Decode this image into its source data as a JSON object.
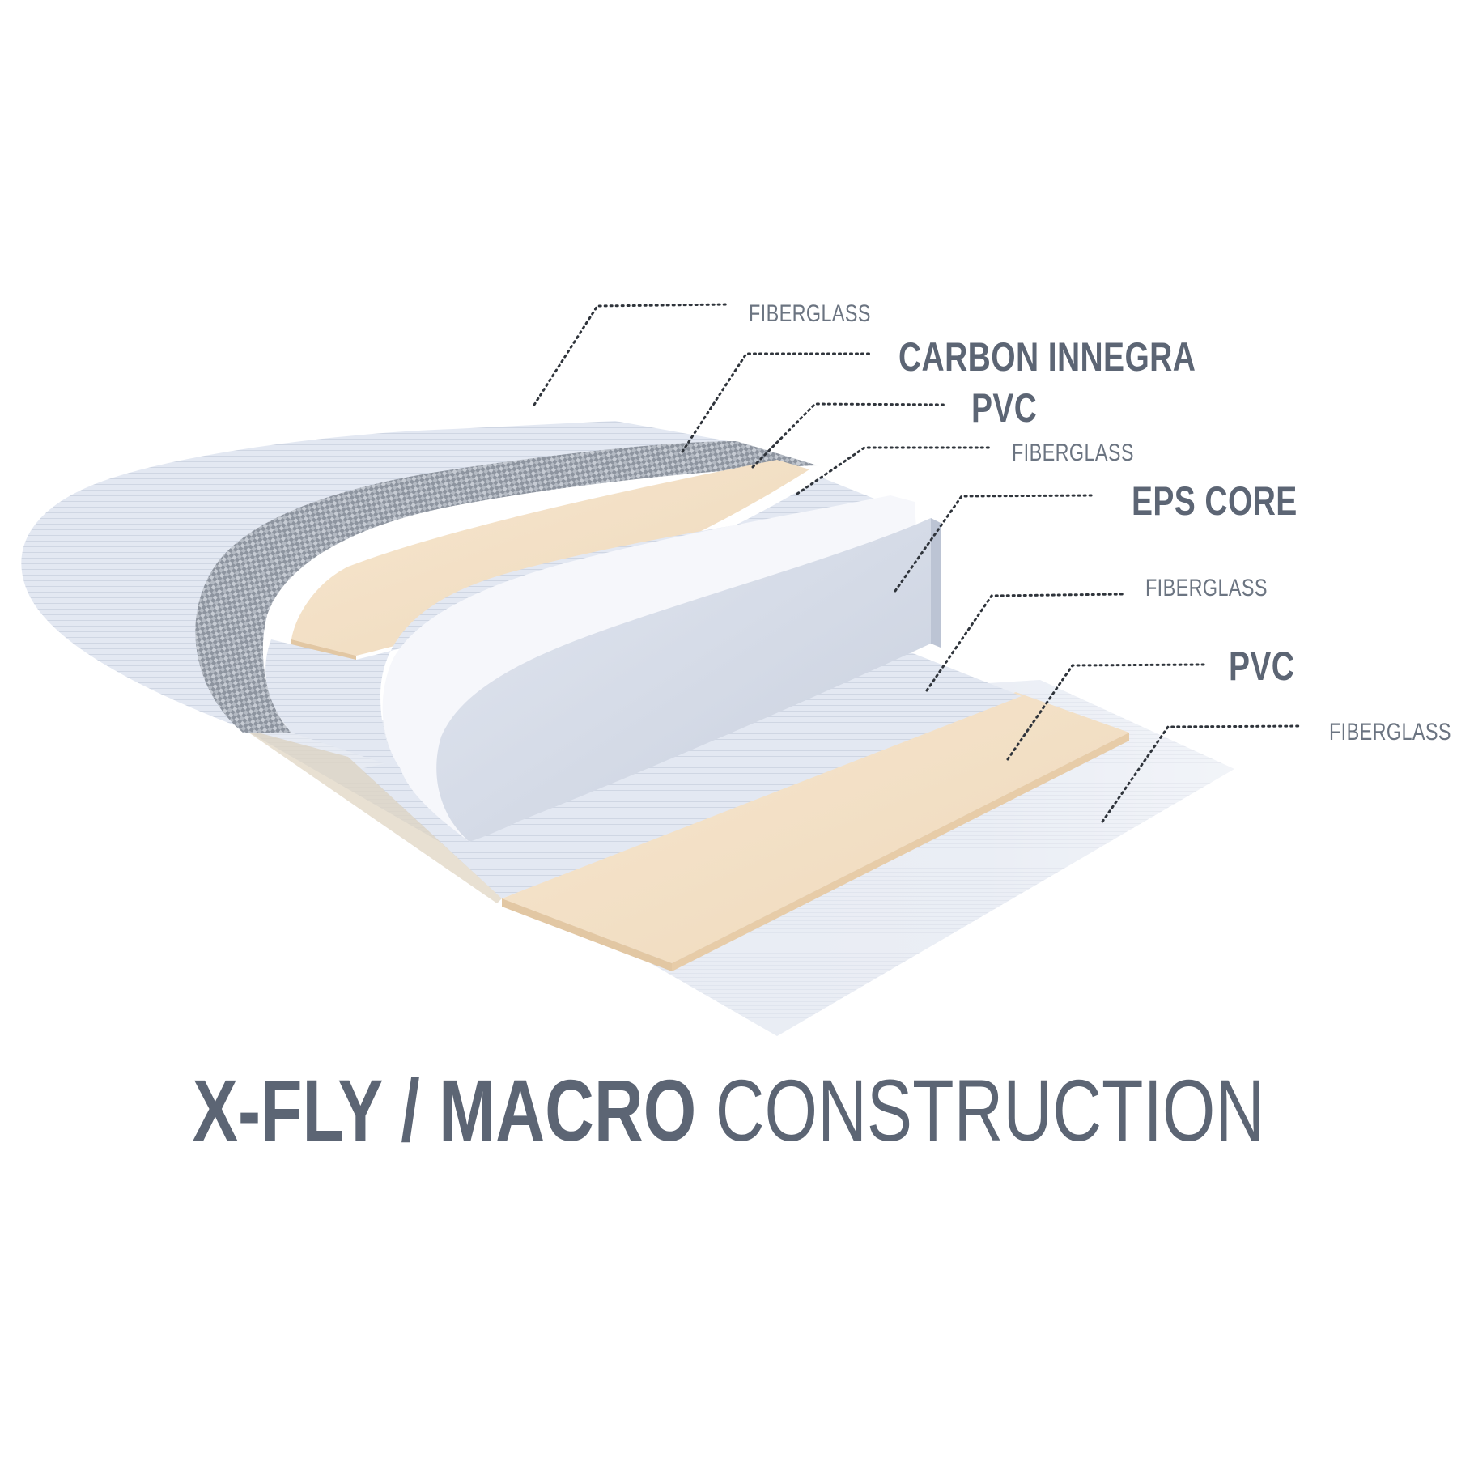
{
  "labels": {
    "fiberglass_1": "FIBERGLASS",
    "carbon_innegra": "CARBON INNEGRA",
    "pvc_1": "PVC",
    "fiberglass_2": "FIBERGLASS",
    "eps_core": "EPS CORE",
    "fiberglass_3": "FIBERGLASS",
    "pvc_2": "PVC",
    "fiberglass_4": "FIBERGLASS"
  },
  "title": {
    "bold_part": "X-FLY / MACRO",
    "light_part": "CONSTRUCTION"
  },
  "colors": {
    "label_text": "#5c6574",
    "fiberglass": "#dfe5f0",
    "pvc": "#f3dfc3",
    "carbon": "#9aa1ab",
    "eps_core": "#d4dae7"
  }
}
